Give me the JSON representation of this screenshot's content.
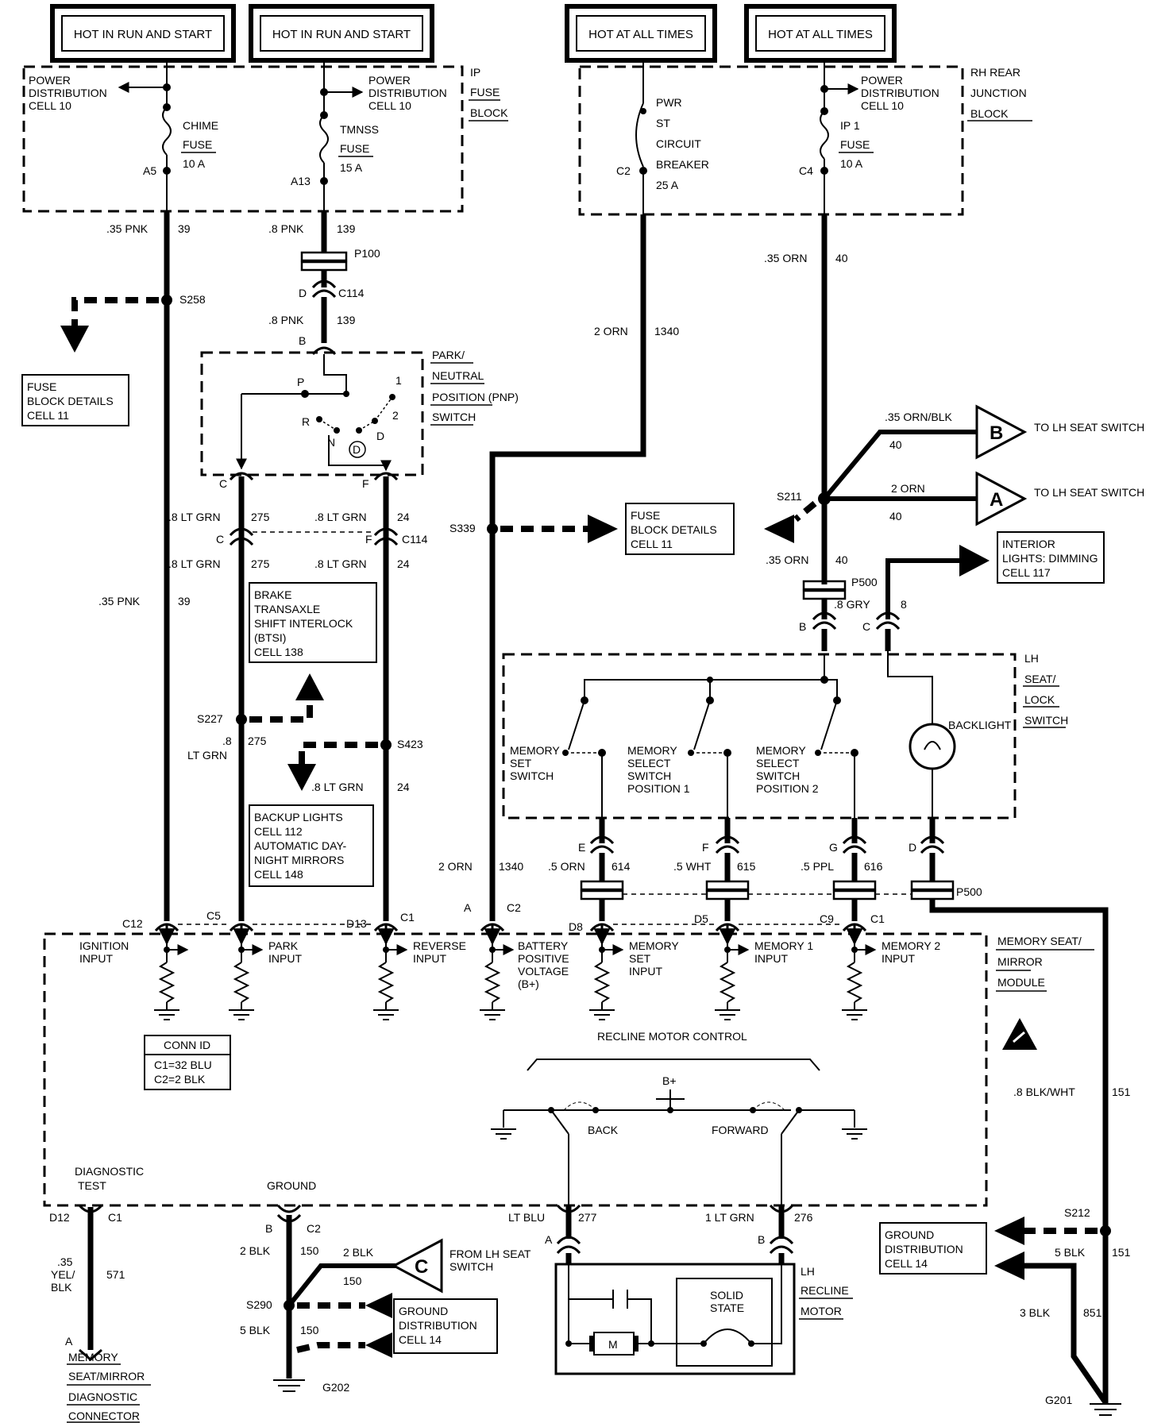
{
  "headers": {
    "h1": "HOT IN RUN AND START",
    "h2": "HOT IN RUN AND START",
    "h3": "HOT AT ALL TIMES",
    "h4": "HOT AT ALL TIMES"
  },
  "ip_fuse_block": {
    "title1": "IP",
    "title2": "FUSE",
    "title3": "BLOCK",
    "pdc_left": [
      "POWER",
      "DISTRIBUTION",
      "CELL 10"
    ],
    "pdc_mid": [
      "POWER",
      "DISTRIBUTION",
      "CELL 10"
    ],
    "chime_fuse": [
      "CHIME",
      "FUSE",
      "10 A"
    ],
    "tmnss_fuse": [
      "TMNSS",
      "FUSE",
      "15 A"
    ],
    "pin_a5": "A5",
    "pin_a13": "A13"
  },
  "rh_block": {
    "title1": "RH REAR",
    "title2": "JUNCTION",
    "title3": "BLOCK",
    "breaker": [
      "PWR",
      "ST",
      "CIRCUIT",
      "BREAKER",
      "25 A"
    ],
    "pdc": [
      "POWER",
      "DISTRIBUTION",
      "CELL 10"
    ],
    "ip1_fuse": [
      "IP 1",
      "FUSE",
      "10 A"
    ],
    "pin_c2": "C2",
    "pin_c4": "C4"
  },
  "wires": {
    "w39a": ".35 PNK",
    "n39a": "39",
    "w139a": ".8 PNK",
    "n139a": "139",
    "p100": "P100",
    "d_c114": "D",
    "c114": "C114",
    "w139b": ".8 PNK",
    "n139b": "139",
    "b_pin": "B",
    "s258": "S258",
    "w1340": "2 ORN",
    "n1340": "1340",
    "w40": ".35 ORN",
    "n40": "40",
    "w275a": ".8 LT GRN",
    "n275a": "275",
    "w24a": ".8 LT GRN",
    "n24a": "24",
    "w275b": ".8 LT GRN",
    "n275b": "275",
    "w24b": ".8 LT GRN",
    "n24b": "24",
    "c114b": "C114",
    "w39b": ".35 PNK",
    "n39b": "39",
    "s227": "S227",
    "w275c1": ".8",
    "w275c2": "LT GRN",
    "n275c": "275",
    "s423": "S423",
    "w24c": ".8 LT GRN",
    "n24c": "24",
    "s339": "S339",
    "w1340b": "2 ORN",
    "n1340b": "1340",
    "s211": "S211",
    "w40orn": ".35 ORN/BLK",
    "n40b": "40",
    "w2orn": "2 ORN",
    "n40c": "40",
    "w40d": ".35 ORN",
    "n40d": "40",
    "p500a": "P500",
    "w8gry": ".8 GRY",
    "n8": "8",
    "w614": ".5 ORN",
    "n614": "614",
    "w615": ".5 WHT",
    "n615": "615",
    "w616": ".5 PPL",
    "n616": "616",
    "p500b": "P500",
    "w151": ".8 BLK/WHT",
    "n151": "151",
    "s212": "S212",
    "w5blk": "5 BLK",
    "n151b": "151",
    "w3blk": "3 BLK",
    "n851": "851",
    "g201": "G201",
    "w277": "LT BLU",
    "n277": "277",
    "w276": "1 LT GRN",
    "n276": "276",
    "w571a": ".35",
    "w571b": "YEL/",
    "w571c": "BLK",
    "n571": "571",
    "w2blk": "2 BLK",
    "n150": "150",
    "w2blkb": "2 BLK",
    "n150b": "150",
    "s290": "S290",
    "w5blkb": "5 BLK",
    "n150c": "150",
    "g202": "G202"
  },
  "pnp_switch": {
    "label": [
      "PARK/",
      "NEUTRAL",
      "POSITION (PNP)",
      "SWITCH"
    ],
    "positions": [
      "P",
      "R",
      "N",
      "D",
      "2",
      "1",
      "D"
    ],
    "pin_c": "C",
    "pin_f": "F",
    "pin_c2": "C",
    "pin_f2": "F"
  },
  "refs": {
    "fuse_block_left": [
      "FUSE",
      "BLOCK DETAILS",
      "CELL 11"
    ],
    "btsi": [
      "BRAKE",
      "TRANSAXLE",
      "SHIFT INTERLOCK",
      "(BTSI)",
      "CELL 138"
    ],
    "backup": [
      "BACKUP LIGHTS",
      "CELL 112",
      "AUTOMATIC DAY-",
      "NIGHT MIRRORS",
      "CELL 148"
    ],
    "fuse_block_mid": [
      "FUSE",
      "BLOCK DETAILS",
      "CELL 11"
    ],
    "interior": [
      "INTERIOR",
      "LIGHTS: DIMMING",
      "CELL 117"
    ],
    "ground_dist_right": [
      "GROUND",
      "DISTRIBUTION",
      "CELL 14"
    ],
    "ground_dist_left": [
      "GROUND",
      "DISTRIBUTION",
      "CELL 14"
    ],
    "to_lh_b": "TO LH SEAT SWITCH",
    "to_lh_a": "TO LH SEAT SWITCH",
    "from_lh_c": [
      "FROM LH SEAT",
      "SWITCH"
    ],
    "letter_a": "A",
    "letter_b": "B",
    "letter_c": "C"
  },
  "lock_switch": {
    "label": [
      "LH",
      "SEAT/",
      "LOCK",
      "SWITCH"
    ],
    "mem_set": [
      "MEMORY",
      "SET",
      "SWITCH"
    ],
    "mem_sel1": [
      "MEMORY",
      "SELECT",
      "SWITCH",
      "POSITION 1"
    ],
    "mem_sel2": [
      "MEMORY",
      "SELECT",
      "SWITCH",
      "POSITION 2"
    ],
    "backlight": "BACKLIGHT",
    "pin_b": "B",
    "pin_c": "C",
    "pin_e": "E",
    "pin_f": "F",
    "pin_g": "G",
    "pin_d": "D"
  },
  "module": {
    "label": [
      "MEMORY SEAT/",
      "MIRROR",
      "MODULE"
    ],
    "pins": {
      "c12": "C12",
      "c5": "C5",
      "d13": "D13",
      "c1a": "C1",
      "a": "A",
      "c2": "C2",
      "d8": "D8",
      "d5": "D5",
      "c9": "C9",
      "c1b": "C1"
    },
    "inputs": {
      "ign": [
        "IGNITION",
        "INPUT"
      ],
      "park": [
        "PARK",
        "INPUT"
      ],
      "rev": [
        "REVERSE",
        "INPUT"
      ],
      "bat": [
        "BATTERY",
        "POSITIVE",
        "VOLTAGE",
        "(B+)"
      ],
      "mset": [
        "MEMORY",
        "SET",
        "INPUT"
      ],
      "m1": [
        "MEMORY 1",
        "INPUT"
      ],
      "m2": [
        "MEMORY 2",
        "INPUT"
      ]
    },
    "conn_id": [
      "CONN ID",
      "C1=32 BLU",
      "C2=2 BLK"
    ],
    "recline_ctrl": "RECLINE MOTOR CONTROL",
    "bplus": "B+",
    "back": "BACK",
    "forward": "FORWARD",
    "diag": [
      "DIAGNOSTIC",
      "TEST"
    ],
    "ground": "GROUND",
    "d12": "D12",
    "c1c": "C1",
    "b": "B",
    "c2b": "C2"
  },
  "motor": {
    "label": [
      "LH",
      "RECLINE",
      "MOTOR"
    ],
    "solid_state": [
      "SOLID",
      "STATE"
    ],
    "m": "M",
    "pin_a": "A",
    "pin_b": "B"
  },
  "diag_conn": [
    "A",
    "MEMORY",
    "SEAT/MIRROR",
    "DIAGNOSTIC",
    "CONNECTOR"
  ]
}
